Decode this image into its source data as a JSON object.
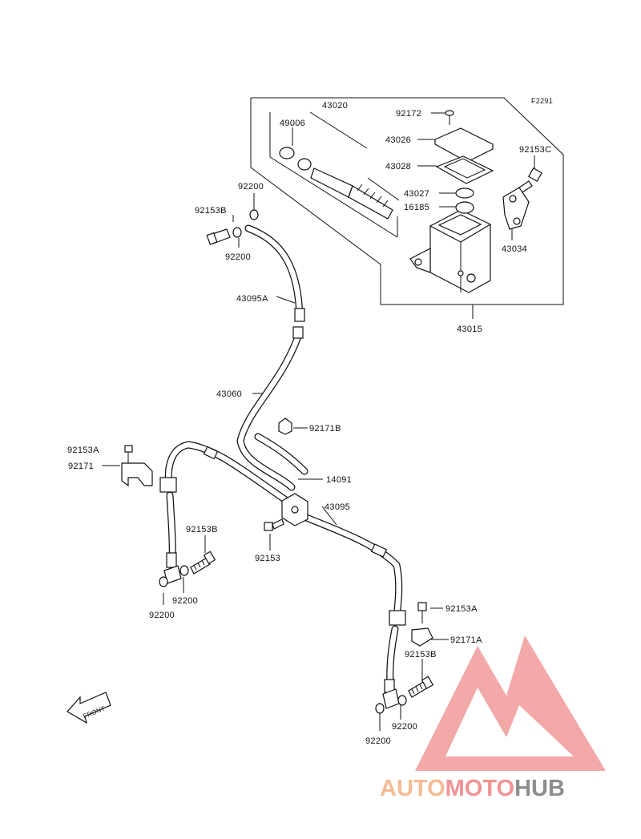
{
  "figure_code": "F2291",
  "parts": [
    {
      "id": "p43020",
      "number": "43020"
    },
    {
      "id": "p92172",
      "number": "92172"
    },
    {
      "id": "p49006",
      "number": "49006"
    },
    {
      "id": "p43026",
      "number": "43026"
    },
    {
      "id": "p92153C",
      "number": "92153C"
    },
    {
      "id": "p43028",
      "number": "43028"
    },
    {
      "id": "p92200a",
      "number": "92200"
    },
    {
      "id": "p43027",
      "number": "43027"
    },
    {
      "id": "p92153Ba",
      "number": "92153B"
    },
    {
      "id": "p16185",
      "number": "16185"
    },
    {
      "id": "p92200b",
      "number": "92200"
    },
    {
      "id": "p43034",
      "number": "43034"
    },
    {
      "id": "p43095A",
      "number": "43095A"
    },
    {
      "id": "p43015",
      "number": "43015"
    },
    {
      "id": "p43060",
      "number": "43060"
    },
    {
      "id": "p92171B",
      "number": "92171B"
    },
    {
      "id": "p92153Aa",
      "number": "92153A"
    },
    {
      "id": "p92171",
      "number": "92171"
    },
    {
      "id": "p14091",
      "number": "14091"
    },
    {
      "id": "p43095",
      "number": "43095"
    },
    {
      "id": "p92153Bb",
      "number": "92153B"
    },
    {
      "id": "p92153",
      "number": "92153"
    },
    {
      "id": "p92200c",
      "number": "92200"
    },
    {
      "id": "p92200d",
      "number": "92200"
    },
    {
      "id": "p92153Ab",
      "number": "92153A"
    },
    {
      "id": "p92171A",
      "number": "92171A"
    },
    {
      "id": "p92153Bc",
      "number": "92153B"
    },
    {
      "id": "p92200e",
      "number": "92200"
    },
    {
      "id": "p92200f",
      "number": "92200"
    }
  ],
  "front_arrow_label": "FRONT",
  "watermark": {
    "text_part1": "AUTO",
    "text_part2": "MOTO",
    "text_part3": "HUB",
    "colors": {
      "auto": "#f4b183",
      "moto": "#f08080",
      "hub": "#7a7a7a",
      "logo": "#f19a9a"
    }
  }
}
